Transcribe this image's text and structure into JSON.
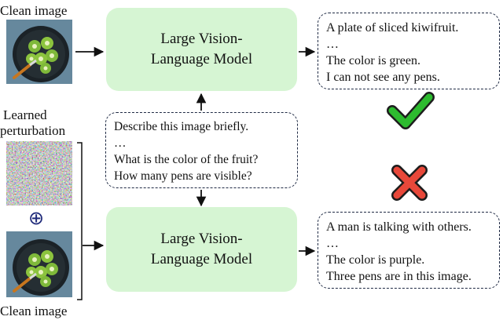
{
  "top": {
    "input_label": "Clean image",
    "model_lines": [
      "Large Vision-",
      "Language Model"
    ],
    "output_lines": [
      "A plate of sliced kiwifruit.",
      "…",
      "The color is green.",
      "I can not see any pens."
    ]
  },
  "prompts": {
    "lines": [
      "Describe this image briefly.",
      "…",
      "What is the color of the fruit?",
      "How many pens are visible?"
    ]
  },
  "bottom": {
    "perturbation_label_lines": [
      "Learned",
      "perturbation"
    ],
    "plus_symbol": "⊕",
    "input_label": "Clean image",
    "model_lines": [
      "Large Vision-",
      "Language Model"
    ],
    "output_lines": [
      "A man is talking with others.",
      "…",
      "The color is purple.",
      "Three pens are in this image."
    ]
  },
  "colors": {
    "model_fill": "#d6f5d3",
    "check": "#2dbb2f",
    "cross": "#e8483a"
  }
}
